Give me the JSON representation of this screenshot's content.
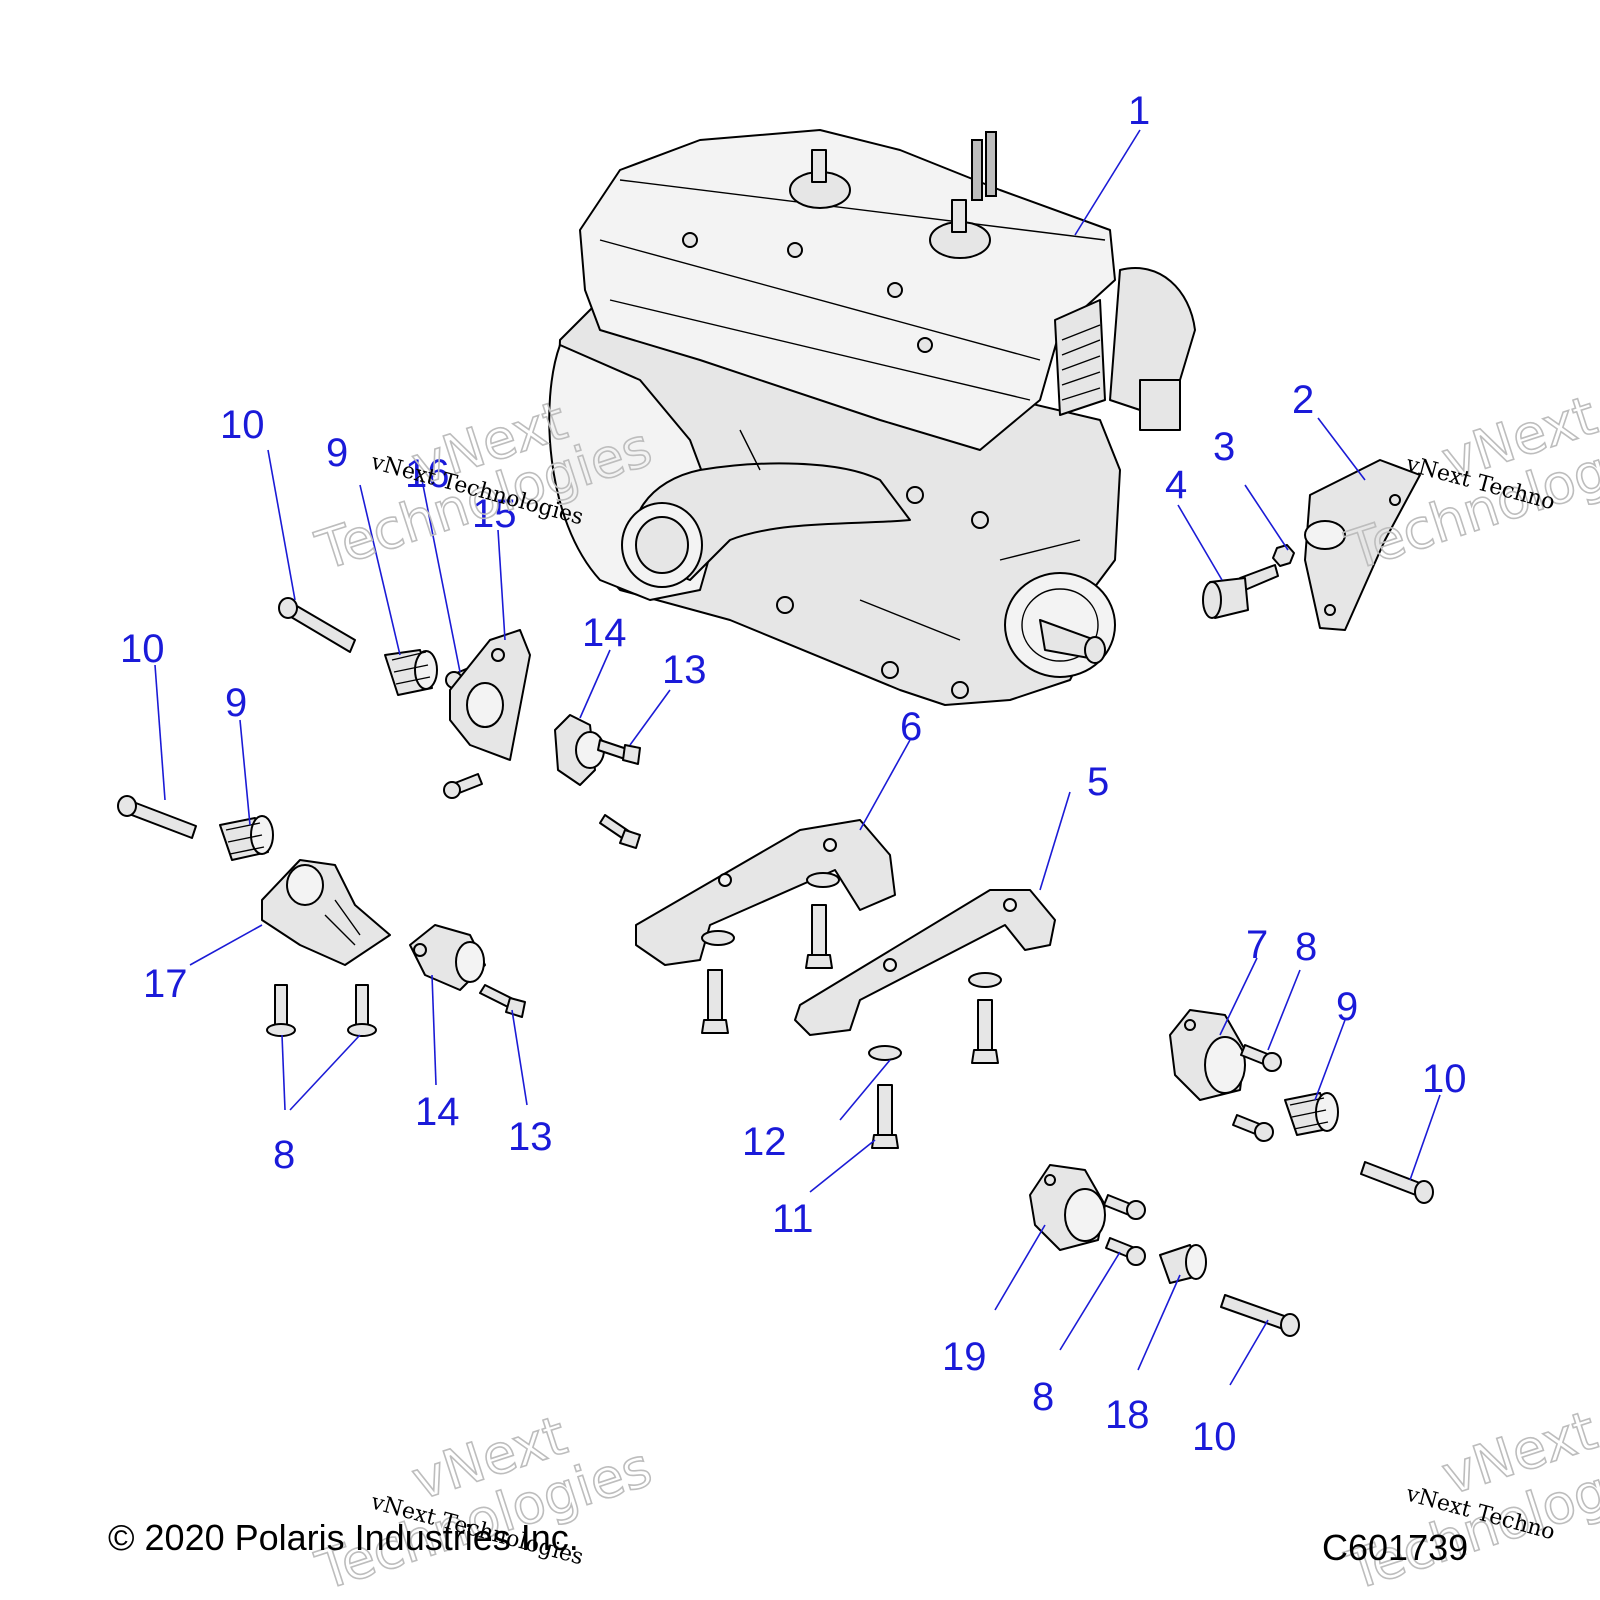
{
  "callouts": [
    {
      "id": "c1",
      "label": "1"
    },
    {
      "id": "c2",
      "label": "2"
    },
    {
      "id": "c3",
      "label": "3"
    },
    {
      "id": "c4",
      "label": "4"
    },
    {
      "id": "c5",
      "label": "5"
    },
    {
      "id": "c6",
      "label": "6"
    },
    {
      "id": "c7",
      "label": "7"
    },
    {
      "id": "c8a",
      "label": "8"
    },
    {
      "id": "c8b",
      "label": "8"
    },
    {
      "id": "c8c",
      "label": "8"
    },
    {
      "id": "c9a",
      "label": "9"
    },
    {
      "id": "c9b",
      "label": "9"
    },
    {
      "id": "c9c",
      "label": "9"
    },
    {
      "id": "c10a",
      "label": "10"
    },
    {
      "id": "c10b",
      "label": "10"
    },
    {
      "id": "c10c",
      "label": "10"
    },
    {
      "id": "c10d",
      "label": "10"
    },
    {
      "id": "c11",
      "label": "11"
    },
    {
      "id": "c12",
      "label": "12"
    },
    {
      "id": "c13a",
      "label": "13"
    },
    {
      "id": "c13b",
      "label": "13"
    },
    {
      "id": "c14a",
      "label": "14"
    },
    {
      "id": "c14b",
      "label": "14"
    },
    {
      "id": "c15",
      "label": "15"
    },
    {
      "id": "c16",
      "label": "16"
    },
    {
      "id": "c17",
      "label": "17"
    },
    {
      "id": "c18",
      "label": "18"
    },
    {
      "id": "c19",
      "label": "19"
    }
  ],
  "footer": {
    "copyright": "© 2020 Polaris Industries Inc.",
    "diagram_code": "C601739"
  },
  "watermark": {
    "word1": "vNext",
    "word2": "Technologies",
    "line": "vNext Technologies",
    "line_cut": "vNext Techno"
  },
  "colors": {
    "callout": "#1a1ad9",
    "leader": "#1b1bd6",
    "part_fill": "#e6e6e6",
    "watermark": "#bdbdbd"
  }
}
